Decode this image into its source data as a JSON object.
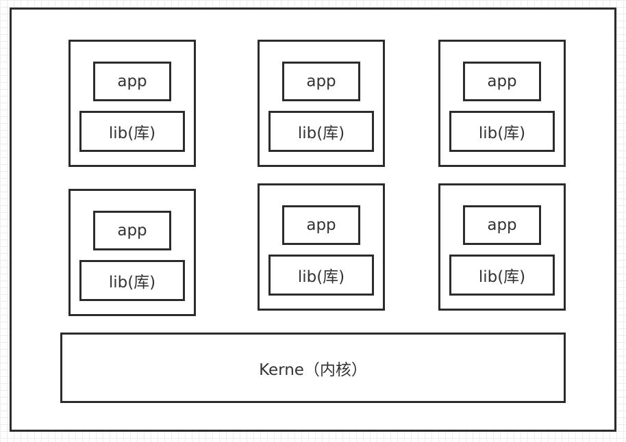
{
  "diagram": {
    "containers": [
      {
        "app": "app",
        "lib": "lib(库)"
      },
      {
        "app": "app",
        "lib": "lib(库)"
      },
      {
        "app": "app",
        "lib": "lib(库)"
      },
      {
        "app": "app",
        "lib": "lib(库)"
      },
      {
        "app": "app",
        "lib": "lib(库)"
      },
      {
        "app": "app",
        "lib": "lib(库)"
      }
    ],
    "kernel": "Kerne（内核）"
  }
}
